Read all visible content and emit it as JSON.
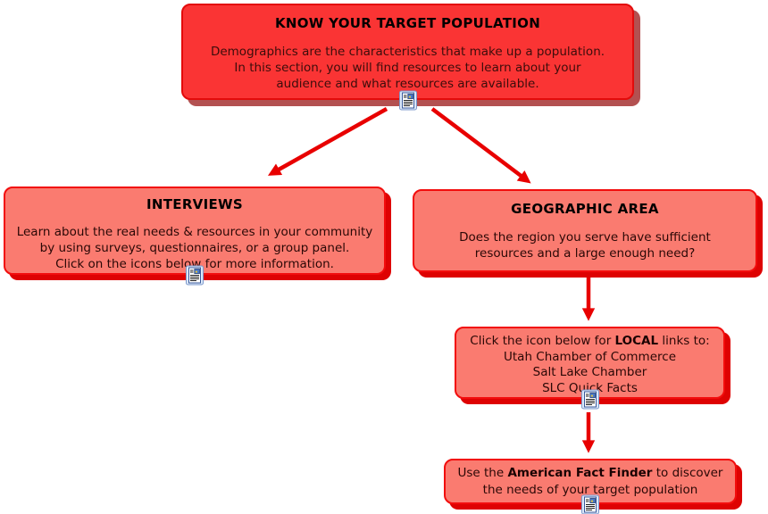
{
  "diagram": {
    "title": "KNOW YOUR TARGET POPULATION",
    "colors": {
      "main_fill": "#fa3434",
      "main_border": "#e30b0b",
      "main_shadow": "#b35151",
      "branch_fill": "#fa7b70",
      "branch_border": "#f20d0d",
      "branch_shadow": "#de0202",
      "arrow": "#e80000",
      "title_text": "#000000",
      "body_text": "#2a0806"
    },
    "nodes": {
      "main": {
        "title": "KNOW YOUR TARGET POPULATION",
        "lines": [
          "Demographics are the characteristics that make up a population.",
          "In this section, you will find resources to learn about your",
          "audience and what resources are available."
        ],
        "icon": "hyperlink-document-icon"
      },
      "interviews": {
        "title": "INTERVIEWS",
        "lines": [
          "Learn about the real needs & resources in your community",
          "by using surveys, questionnaires, or a group panel.",
          "Click on the icons below for more information."
        ],
        "icon": "hyperlink-document-icon"
      },
      "geographic": {
        "title": "GEOGRAPHIC AREA",
        "lines": [
          "Does the region you serve have sufficient",
          "resources and a large enough need?"
        ]
      },
      "local": {
        "line1_prefix": "Click the icon below for ",
        "line1_bold": "LOCAL",
        "line1_suffix": " links to:",
        "links": [
          "Utah Chamber of Commerce",
          "Salt Lake Chamber",
          "SLC Quick Facts"
        ],
        "icon": "hyperlink-document-icon"
      },
      "factfinder": {
        "line1_prefix": "Use the ",
        "line1_bold": "American Fact Finder",
        "line1_suffix": " to discover",
        "line2": "the needs of your target population",
        "icon": "hyperlink-document-icon"
      }
    },
    "connections": [
      "main -> interviews",
      "main -> geographic",
      "geographic -> local",
      "local -> factfinder"
    ]
  }
}
